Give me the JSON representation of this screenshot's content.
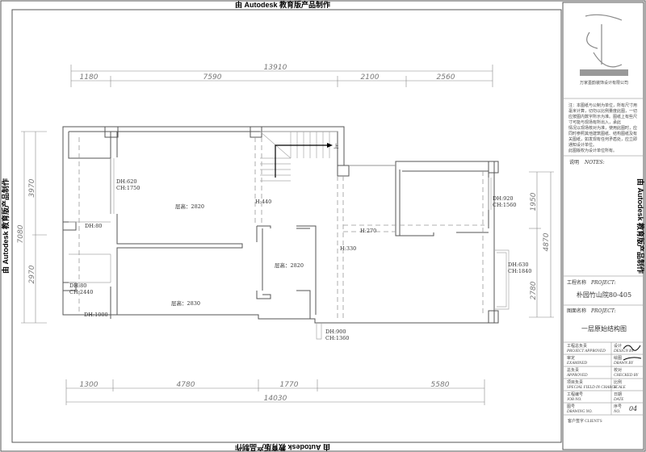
{
  "watermark": "由 Autodesk 教育版产品制作",
  "dimensions": {
    "top_total": "13910",
    "top_segments": [
      "1180",
      "7590",
      "2100",
      "2560"
    ],
    "bottom_total": "14030",
    "bottom_segments": [
      "1300",
      "4780",
      "1770",
      "5580"
    ],
    "left_total": "7080",
    "left_segments": [
      "3970",
      "2970"
    ],
    "right_total": "4870",
    "right_segments": [
      "1950",
      "2780"
    ]
  },
  "rooms": {
    "height_upper_left": "层高：2820",
    "height_lower_left": "层高：2830",
    "height_middle": "层高：2820",
    "stair_up": "上"
  },
  "openings": {
    "w1": [
      "DH:620",
      "CH:1750"
    ],
    "w2": "DH:80",
    "w3": [
      "DH:80",
      "CH:2440"
    ],
    "w4": "DH:1000",
    "w5": [
      "DH:920",
      "CH:1560"
    ],
    "w6": [
      "DH:630",
      "CH:1840"
    ],
    "w7": [
      "DH:900",
      "CH:1360"
    ],
    "beam1": "H:440",
    "beam2": "H:270",
    "beam3": "H:330"
  },
  "title_block": {
    "company_logo_text": "万家墨韵",
    "company_name": "万家墨韵装饰设计有限公司",
    "notes_text": [
      "注：本图纸与公制为单位，所有尺寸用",
      "毫米计算，切勿以比例量度此图，一切",
      "应按图内数字所示为准。图纸上有些尺",
      "寸可能与现场有所出入，承此",
      "情况以现场核对为准，使用此图时，应",
      "同时参照其他建筑图纸、结构图纸及有",
      "关图纸，如发现有任何矛盾处，应立即",
      "通知设计单位。",
      "此图版权为设计单位所有。"
    ],
    "notes_label": "说明",
    "notes_label_en": "NOTES:",
    "project_label": "工程名称",
    "project_label_en": "PROJECT:",
    "project_name": "朴园竹山院80-405",
    "drawing_label": "图面名称",
    "drawing_label_en": "PROJECT:",
    "drawing_name": "一层原始结构图",
    "rows": [
      {
        "l_cn": "工程总负责",
        "l_en": "PROJECT APPROVED",
        "r_cn": "设计",
        "r_en": "DESIGN BY"
      },
      {
        "l_cn": "审定",
        "l_en": "EXAMINED",
        "r_cn": "绘图",
        "r_en": "DRAWN BY"
      },
      {
        "l_cn": "总负责",
        "l_en": "APPROVED",
        "r_cn": "校对",
        "r_en": "CHECKED BY"
      },
      {
        "l_cn": "项目负责",
        "l_en": "SPECIAL FIELD IN CHARGE",
        "r_cn": "比例",
        "r_en": "SCALE"
      },
      {
        "l_cn": "工程编号",
        "l_en": "JOB NO.",
        "r_cn": "日期",
        "r_en": "DATE"
      },
      {
        "l_cn": "图号",
        "l_en": "DRAWING NO.",
        "r_cn": "序号",
        "r_en": "NO."
      }
    ],
    "sheet_no": "04",
    "client_label": "客户签字 CLIENT'S"
  }
}
